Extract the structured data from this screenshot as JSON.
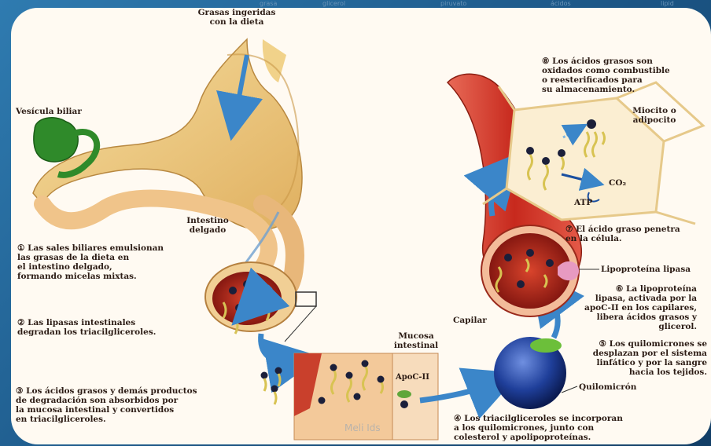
{
  "top_strip": [
    "grasa",
    "glicerol",
    "piruvato",
    "ácidos",
    "lipid"
  ],
  "labels": {
    "grasas_ingeridas": "Grasas ingeridas\ncon la dieta",
    "vesicula": "Vesícula biliar",
    "intestino": "Intestino\ndelgado",
    "step1": "① Las sales biliares emulsionan\nlas grasas de la dieta en\nel intestino delgado,\nformando micelas mixtas.",
    "step2": "② Las lipasas intestinales\ndegradan los triacilgliceroles.",
    "step3": "③ Los ácidos grasos y demás productos\nde degradación son absorbidos por\nla mucosa intestinal y convertidos\nen triacilgliceroles.",
    "mucosa": "Mucosa\nintestinal",
    "apoc": "ApoC-II",
    "step4": "④ Los triacilgliceroles se incorporan\na los quilomicrones, junto con\ncolesterol y apolipoproteínas.",
    "quilomicron": "Quilomicrón",
    "step5": "⑤ Los quilomicrones se\ndesplazan por el sistema\nlinfático y por la sangre\nhacia los tejidos.",
    "step6": "⑥ La lipoproteína\nlipasa, activada por la\napoC-II en los capilares,\nlibera ácidos grasos y\nglicerol.",
    "lipoproteina": "Lipoproteína lipasa",
    "capilar": "Capilar",
    "step7": "⑦ El ácido graso penetra\nen la célula.",
    "miocito": "Miocito o\nadipocito",
    "co2": "CO₂",
    "atp": "ATP",
    "step8": "⑧ Los ácidos grasos son\noxidados como combustible\no reesterificados para\nsu almacenamiento."
  },
  "watermark": "Meli Ids",
  "colors": {
    "background_blue": "#1d5a86",
    "card": "#fffaf2",
    "stomach": "#f0cf86",
    "gallbladder": "#2f8a2a",
    "intestine_wall": "#b82a1f",
    "capillary": "#cf3a2c",
    "chylomicron": "#1f3f9a",
    "arrow_blue": "#3b86c9",
    "cell_fill": "#fbeed2"
  }
}
